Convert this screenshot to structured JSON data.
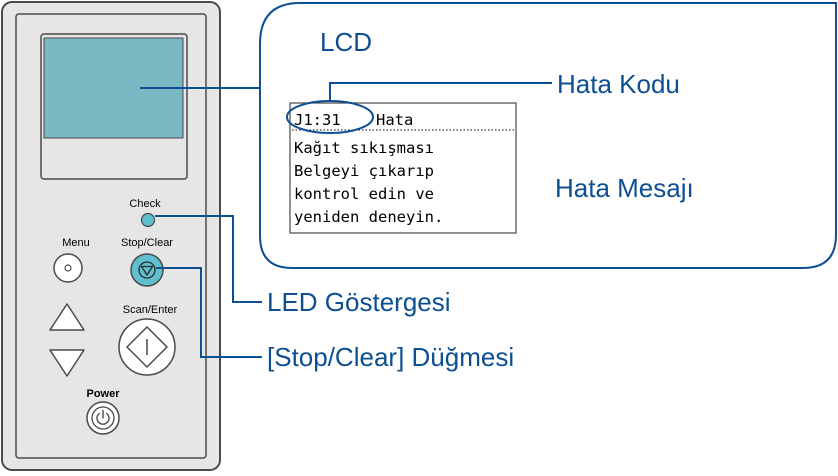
{
  "panel": {
    "check_label": "Check",
    "menu_label": "Menu",
    "stop_clear_label": "Stop/Clear",
    "scan_enter_label": "Scan/Enter",
    "power_label": "Power"
  },
  "callout": {
    "title": "LCD",
    "lcd_lines": [
      "Kağıt sıkışması",
      "Belgeyi çıkarıp",
      "kontrol edin ve",
      "yeniden deneyin."
    ],
    "error_code": "J1:31",
    "error_word": "Hata"
  },
  "annotations": {
    "error_code_label": "Hata Kodu",
    "error_message_label": "Hata Mesajı",
    "led_label": "LED Göstergesi",
    "stop_clear_button_label": "[Stop/Clear] Düğmesi"
  },
  "colors": {
    "accent": "#0d4f93",
    "lcd_screen": "#7ab8c4",
    "panel_background": "#e6e6e6",
    "panel_border": "#4a4a4a",
    "stop_button": "#5fbfce",
    "led": "#5fbfce"
  }
}
